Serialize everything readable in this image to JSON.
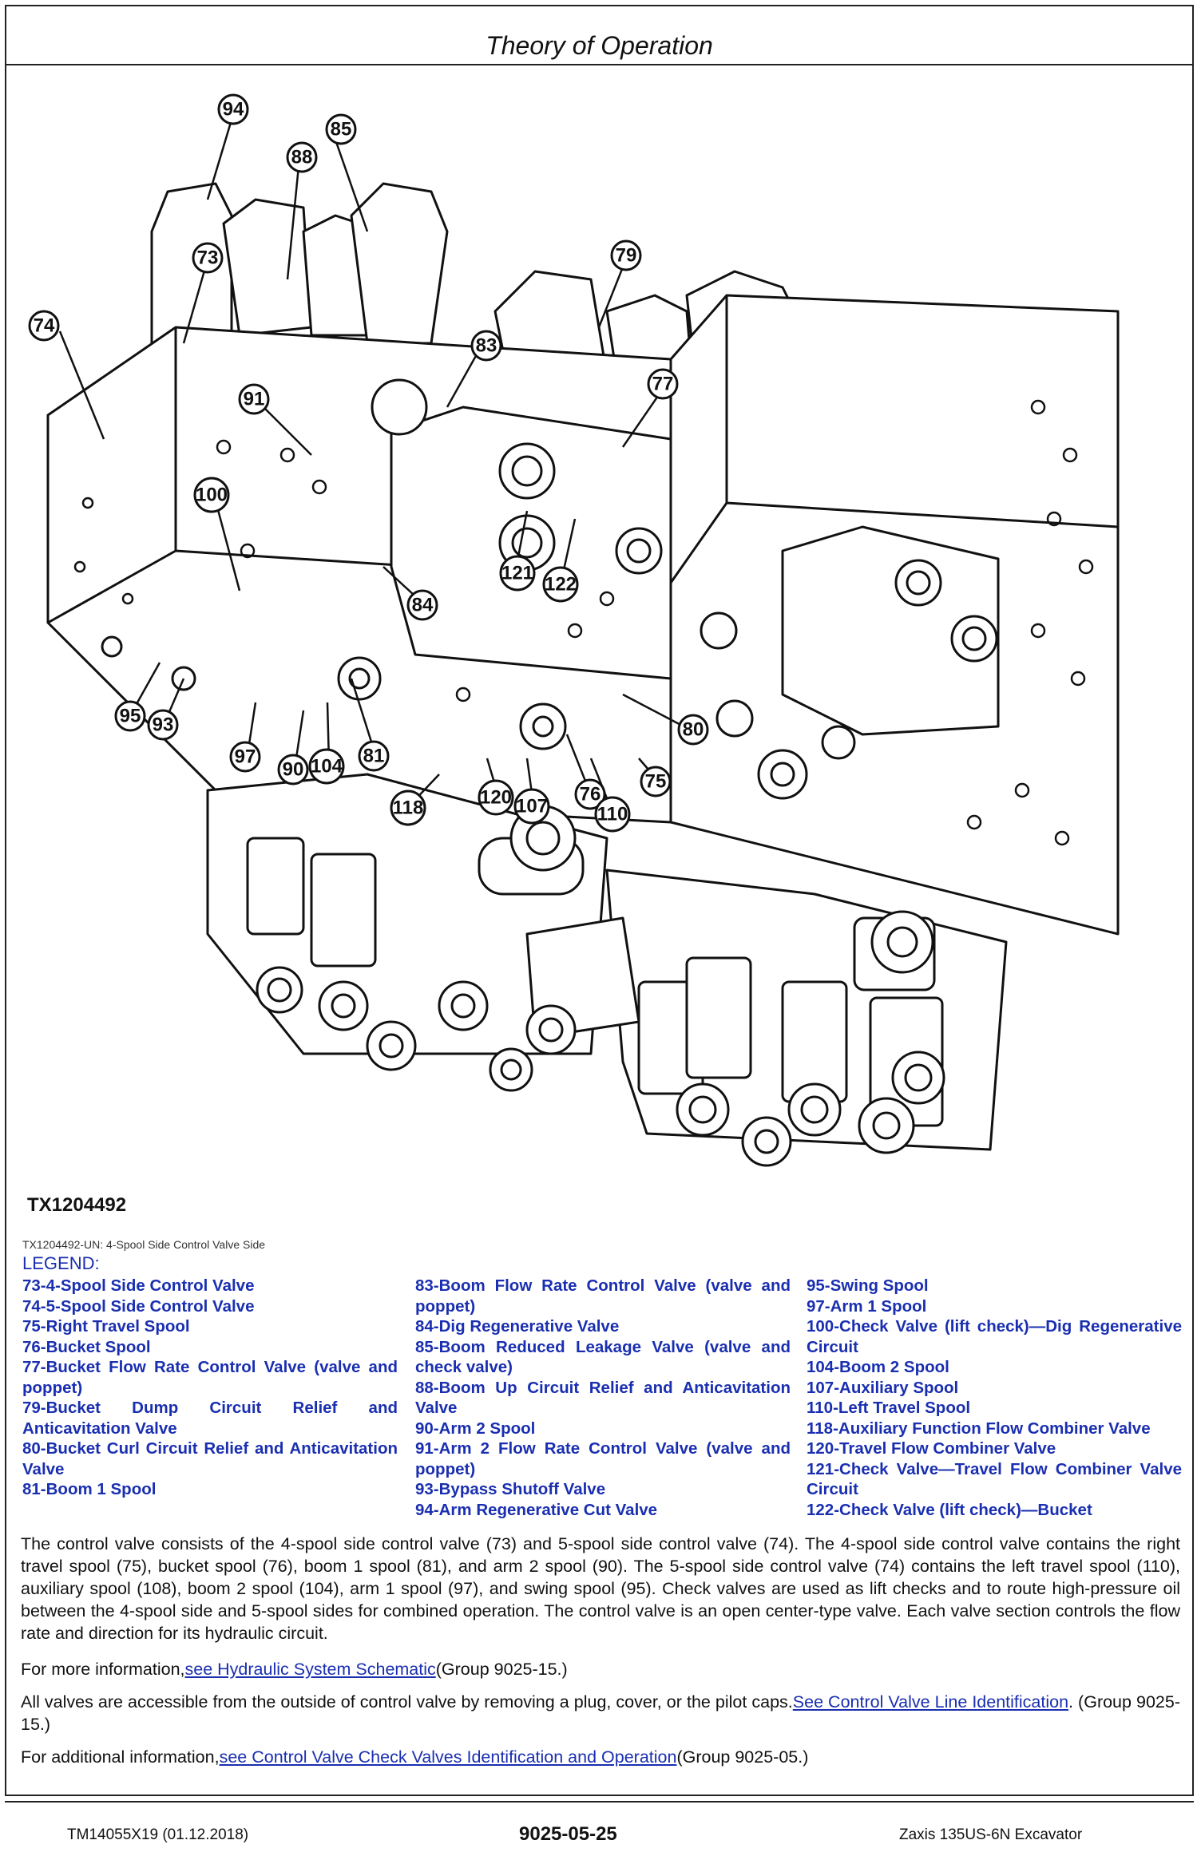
{
  "header": {
    "title": "Theory of Operation"
  },
  "figure": {
    "id_label": "TX1204492",
    "caption": "TX1204492-UN: 4-Spool Side Control Valve Side",
    "callouts": [
      "94",
      "85",
      "88",
      "73",
      "79",
      "74",
      "83",
      "91",
      "77",
      "100",
      "121",
      "122",
      "84",
      "95",
      "93",
      "97",
      "90",
      "104",
      "81",
      "80",
      "75",
      "76",
      "118",
      "120",
      "107",
      "110"
    ]
  },
  "legend": {
    "title": "LEGEND:",
    "col1": [
      "73-4-Spool Side Control Valve",
      "74-5-Spool Side Control Valve",
      "75-Right Travel Spool",
      "76-Bucket Spool",
      "77-Bucket Flow Rate Control Valve (valve and poppet)",
      "79-Bucket Dump Circuit Relief and Anticavitation Valve",
      "80-Bucket Curl Circuit Relief and Anticavitation Valve",
      "81-Boom 1 Spool"
    ],
    "col2": [
      "83-Boom Flow Rate Control Valve (valve and poppet)",
      "84-Dig Regenerative Valve",
      "85-Boom Reduced Leakage Valve (valve and check valve)",
      "88-Boom Up Circuit Relief and Anticavitation Valve",
      "90-Arm 2 Spool",
      "91-Arm 2 Flow Rate Control Valve (valve and poppet)",
      "93-Bypass Shutoff Valve",
      "94-Arm Regenerative Cut Valve"
    ],
    "col3": [
      "95-Swing Spool",
      "97-Arm 1 Spool",
      "100-Check Valve (lift check)—Dig Regenerative Circuit",
      "104-Boom 2 Spool",
      "107-Auxiliary Spool",
      "110-Left Travel Spool",
      "118-Auxiliary Function Flow Combiner Valve",
      "120-Travel Flow Combiner Valve",
      "121-Check Valve—Travel Flow Combiner Valve Circuit",
      "122-Check Valve (lift check)—Bucket"
    ]
  },
  "body": {
    "p1": "The control valve consists of the 4-spool side control valve (73) and 5-spool side control valve (74). The 4-spool side control valve contains the right travel spool (75), bucket spool (76), boom 1 spool (81), and arm 2 spool (90). The 5-spool side control valve (74) contains the left travel spool (110), auxiliary spool (108), boom 2 spool (104), arm 1 spool (97), and swing spool (95). Check valves are used as lift checks and to route high-pressure oil between the 4-spool side and 5-spool sides for combined operation. The control valve is an open center-type valve. Each valve section controls the flow rate and direction for its hydraulic circuit.",
    "p2_prefix": "For more information,",
    "p2_link": "see Hydraulic System Schematic",
    "p2_suffix": "(Group 9025-15.)",
    "p3_prefix": "All valves are accessible from the outside of control valve by removing a plug, cover, or the pilot caps.",
    "p3_link": "See Control Valve Line Identification",
    "p3_suffix": ". (Group 9025-15.)",
    "p4_prefix": "For additional information,",
    "p4_link": "see Control Valve Check Valves Identification and Operation",
    "p4_suffix": "(Group 9025-05.)"
  },
  "footer": {
    "left": "TM14055X19 (01.12.2018)",
    "center": "9025-05-25",
    "right": "Zaxis 135US-6N Excavator"
  }
}
